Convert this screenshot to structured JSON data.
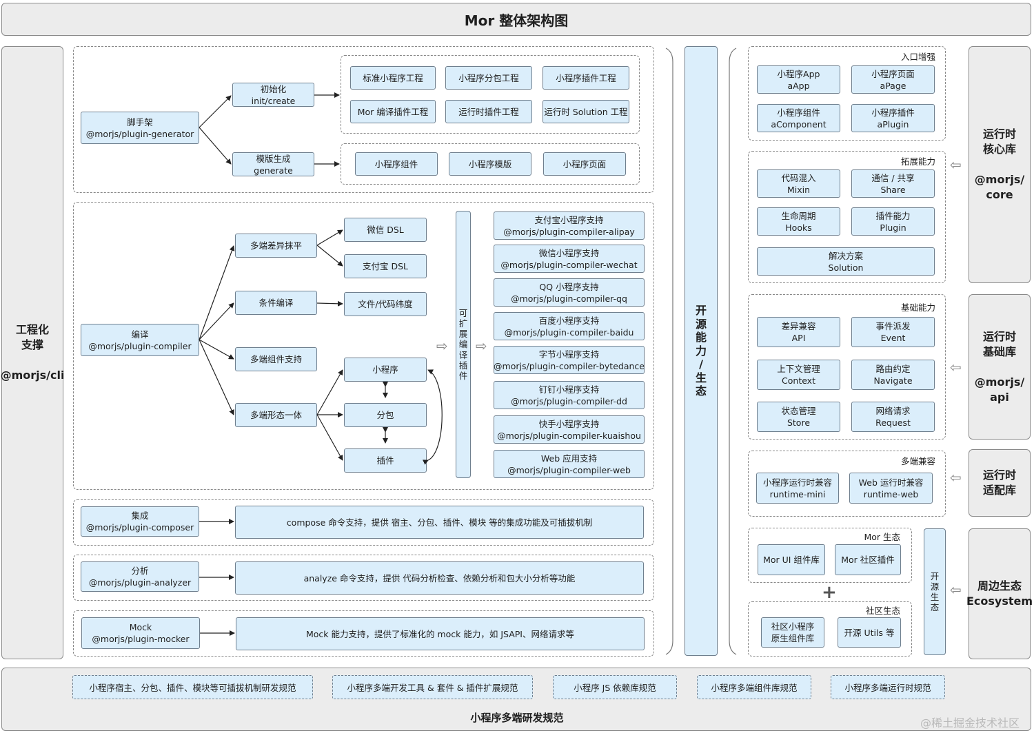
{
  "title": "Mor 整体架构图",
  "left_panel": {
    "lines": [
      "工程化",
      "支撑",
      "",
      "@morjs/cli"
    ]
  },
  "scaffold": {
    "main": [
      "脚手架",
      "@morjs/plugin-generator"
    ],
    "init": [
      "初始化",
      "init/create"
    ],
    "gen": [
      "模版生成",
      "generate"
    ],
    "init_targets": [
      "标准小程序工程",
      "小程序分包工程",
      "小程序插件工程",
      "Mor 编译插件工程",
      "运行时插件工程",
      "运行时 Solution 工程"
    ],
    "gen_targets": [
      "小程序组件",
      "小程序模版",
      "小程序页面"
    ]
  },
  "compile": {
    "main": [
      "编译",
      "@morjs/plugin-compiler"
    ],
    "diff": "多端差异抹平",
    "wechat_dsl": "微信 DSL",
    "alipay_dsl": "支付宝 DSL",
    "cond": "条件编译",
    "file_dim": "文件/代码纬度",
    "multi_comp": "多端组件支持",
    "multi_form": "多端形态一体",
    "mini": "小程序",
    "sub": "分包",
    "plugin": "插件",
    "ext_chars": [
      "可",
      "扩",
      "展",
      "编",
      "译",
      "插",
      "件"
    ],
    "targets": [
      [
        "支付宝小程序支持",
        "@morjs/plugin-compiler-alipay"
      ],
      [
        "微信小程序支持",
        "@morjs/plugin-compiler-wechat"
      ],
      [
        "QQ 小程序支持",
        "@morjs/plugin-compiler-qq"
      ],
      [
        "百度小程序支持",
        "@morjs/plugin-compiler-baidu"
      ],
      [
        "字节小程序支持",
        "@morjs/plugin-compiler-bytedance"
      ],
      [
        "钉钉小程序支持",
        "@morjs/plugin-compiler-dd"
      ],
      [
        "快手小程序支持",
        "@morjs/plugin-compiler-kuaishou"
      ],
      [
        "Web 应用支持",
        "@morjs/plugin-compiler-web"
      ]
    ]
  },
  "compose": {
    "main": [
      "集成",
      "@morjs/plugin-composer"
    ],
    "desc": "compose 命令支持，提供 宿主、分包、插件、模块 等的集成功能及可插拔机制"
  },
  "analyze": {
    "main": [
      "分析",
      "@morjs/plugin-analyzer"
    ],
    "desc": "analyze 命令支持，提供 代码分析检查、依赖分析和包大小分析等功能"
  },
  "mock": {
    "main": [
      "Mock",
      "@morjs/plugin-mocker"
    ],
    "desc": "Mock 能力支持，提供了标准化的 mock 能力，如 JSAPI、网络请求等"
  },
  "open_col": {
    "chars": [
      "开",
      "源",
      "能",
      "力",
      "/",
      "生",
      "态"
    ]
  },
  "entry": {
    "label": "入口增强",
    "items": [
      [
        "小程序App",
        "aApp"
      ],
      [
        "小程序页面",
        "aPage"
      ],
      [
        "小程序组件",
        "aComponent"
      ],
      [
        "小程序插件",
        "aPlugin"
      ]
    ]
  },
  "extend": {
    "label": "拓展能力",
    "items": [
      [
        "代码混入",
        "Mixin"
      ],
      [
        "通信 / 共享",
        "Share"
      ],
      [
        "生命周期",
        "Hooks"
      ],
      [
        "插件能力",
        "Plugin"
      ]
    ],
    "solution": [
      "解决方案",
      "Solution"
    ]
  },
  "basic": {
    "label": "基础能力",
    "items": [
      [
        "差异兼容",
        "API"
      ],
      [
        "事件派发",
        "Event"
      ],
      [
        "上下文管理",
        "Context"
      ],
      [
        "路由约定",
        "Navigate"
      ],
      [
        "状态管理",
        "Store"
      ],
      [
        "网络请求",
        "Request"
      ]
    ]
  },
  "multi_compat": {
    "label": "多端兼容",
    "items": [
      [
        "小程序运行时兼容",
        "runtime-mini"
      ],
      [
        "Web 运行时兼容",
        "runtime-web"
      ]
    ]
  },
  "mor_eco": {
    "label": "Mor 生态",
    "items": [
      "Mor UI 组件库",
      "Mor 社区插件"
    ]
  },
  "community_eco": {
    "label": "社区生态",
    "items": [
      [
        "社区小程序",
        "原生组件库"
      ],
      [
        "开源 Utils 等"
      ]
    ]
  },
  "open_eco_col": {
    "chars": [
      "开",
      "源",
      "生",
      "态"
    ]
  },
  "right_labels": {
    "core": [
      "运行时",
      "核心库",
      "",
      "@morjs/",
      "core"
    ],
    "api": [
      "运行时",
      "基础库",
      "",
      "@morjs/",
      "api"
    ],
    "adapter": [
      "运行时",
      "适配库"
    ],
    "eco": [
      "周边生态",
      "Ecosystem"
    ]
  },
  "specs": [
    "小程序宿主、分包、插件、模块等可插拔机制研发规范",
    "小程序多端开发工具 & 套件 & 插件扩展规范",
    "小程序 JS 依赖库规范",
    "小程序多端组件库规范",
    "小程序多端运行时规范"
  ],
  "footer": "小程序多端研发规范",
  "watermark": "@稀土掘金技术社区",
  "colors": {
    "node_fill": "#dbeefb",
    "panel_fill": "#ececec",
    "border": "#6f7f8e"
  }
}
